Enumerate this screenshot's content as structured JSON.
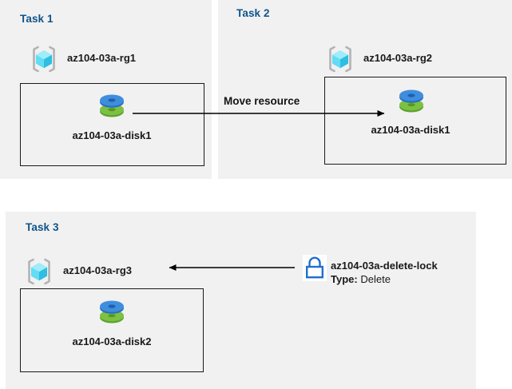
{
  "diagram": {
    "title": "Azure resource tasks diagram",
    "background": "#ffffff",
    "panel_fill": "#f1f1f1",
    "heading_color": "#10548a",
    "text_color": "#191919",
    "stroke_color": "#1a1a1a"
  },
  "panels": [
    {
      "id": "task1",
      "title": "Task 1",
      "resource_group": {
        "name": "az104-03a-rg1",
        "icon": "resource-group-icon"
      },
      "resource": {
        "name": "az104-03a-disk1",
        "icon": "managed-disk-icon"
      }
    },
    {
      "id": "task2",
      "title": "Task 2",
      "resource_group": {
        "name": "az104-03a-rg2",
        "icon": "resource-group-icon"
      },
      "resource": {
        "name": "az104-03a-disk1",
        "icon": "managed-disk-icon"
      }
    },
    {
      "id": "task3",
      "title": "Task 3",
      "resource_group": {
        "name": "az104-03a-rg3",
        "icon": "resource-group-icon"
      },
      "resource": {
        "name": "az104-03a-disk2",
        "icon": "managed-disk-icon"
      }
    }
  ],
  "connectors": [
    {
      "id": "move-resource",
      "label": "Move resource",
      "from": "az104-03a-disk1 (Task 1)",
      "to": "az104-03a-disk1 (Task 2)",
      "direction": "right"
    },
    {
      "id": "lock-applied",
      "label": "",
      "from": "az104-03a-delete-lock",
      "to": "az104-03a-rg3",
      "direction": "left"
    }
  ],
  "lock": {
    "icon": "lock-icon",
    "name": "az104-03a-delete-lock",
    "type_key": "Type:",
    "type_value": "Delete",
    "accent": "#1f6fd0"
  },
  "colors": {
    "cube_light": "#8ce8f8",
    "cube_mid": "#3fc7e8",
    "cube_dark": "#1aa9d6",
    "bracket": "#b3b3b3",
    "disk_blue_top": "#3f8ede",
    "disk_blue_body": "#2a6fbf",
    "disk_green_top": "#7cc142",
    "disk_green_body": "#5fa32e"
  }
}
